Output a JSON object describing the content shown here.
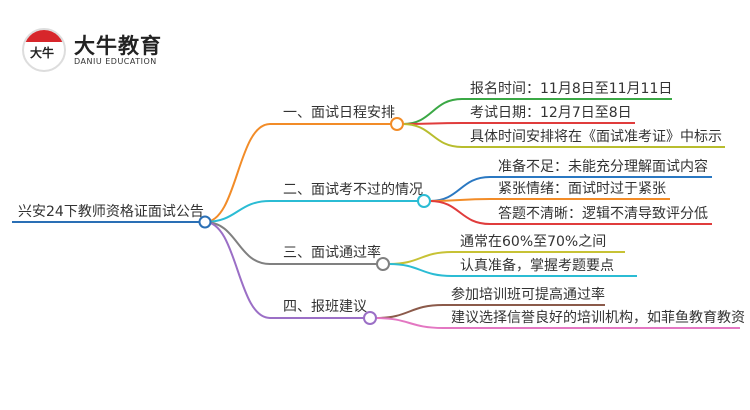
{
  "logo": {
    "mark": "大牛",
    "name_cn": "大牛教育",
    "name_en": "DANIU EDUCATION"
  },
  "root": {
    "title": "兴安24下教师资格证面试公告",
    "color": "#2a6fb5"
  },
  "branches": [
    {
      "title": "一、面试日程安排",
      "color": "#f28c28",
      "leaves": [
        {
          "text": "报名时间：11月8日至11月11日",
          "color": "#3aa845"
        },
        {
          "text": "考试日期：12月7日至8日",
          "color": "#e03c3c"
        },
        {
          "text": "具体时间安排将在《面试准考证》中标示",
          "color": "#b8bd2e"
        }
      ]
    },
    {
      "title": "二、面试考不过的情况",
      "color": "#2bbcd4",
      "leaves": [
        {
          "text": "准备不足：未能充分理解面试内容",
          "color": "#2a78c2"
        },
        {
          "text": "紧张情绪：面试时过于紧张",
          "color": "#f28c28"
        },
        {
          "text": "答题不清晰：逻辑不清导致评分低",
          "color": "#e03c3c"
        }
      ]
    },
    {
      "title": "三、面试通过率",
      "color": "#808080",
      "leaves": [
        {
          "text": "通常在60%至70%之间",
          "color": "#c7c235"
        },
        {
          "text": "认真准备，掌握考题要点",
          "color": "#2bbcd4"
        }
      ]
    },
    {
      "title": "四、报班建议",
      "color": "#9b6fc6",
      "leaves": [
        {
          "text": "参加培训班可提高通过率",
          "color": "#8b5a4a"
        },
        {
          "text": "建议选择信誉良好的培训机构，如菲鱼教育教资",
          "color": "#e377c2"
        }
      ]
    }
  ]
}
